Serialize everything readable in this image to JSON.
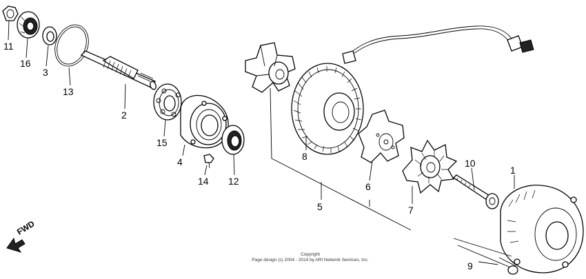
{
  "callouts": {
    "p11": "11",
    "p16": "16",
    "p3": "3",
    "p13": "13",
    "p2": "2",
    "p15": "15",
    "p4": "4",
    "p14": "14",
    "p12": "12",
    "p8": "8",
    "p6": "6",
    "p5": "5",
    "p7": "7",
    "p10": "10",
    "p1": "1",
    "p9": "9"
  },
  "direction": {
    "label": "FWD"
  },
  "copyright": {
    "heading": "Copyright",
    "line": "Page design (c) 2004 - 2014 by ARI Network Services, Inc."
  }
}
